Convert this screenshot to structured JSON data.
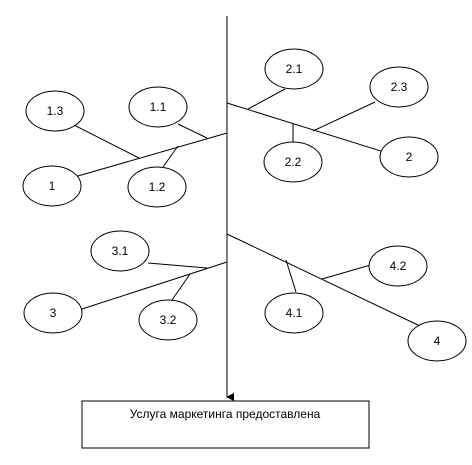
{
  "diagram": {
    "type": "cause-effect",
    "result": "Услуга маркетинга предоставлена",
    "nodes": [
      {
        "id": "1.3",
        "label": "1.3"
      },
      {
        "id": "1.1",
        "label": "1.1"
      },
      {
        "id": "1",
        "label": "1"
      },
      {
        "id": "1.2",
        "label": "1.2"
      },
      {
        "id": "2.1",
        "label": "2.1"
      },
      {
        "id": "2.3",
        "label": "2.3"
      },
      {
        "id": "2.2",
        "label": "2.2"
      },
      {
        "id": "2",
        "label": "2"
      },
      {
        "id": "3.1",
        "label": "3.1"
      },
      {
        "id": "3",
        "label": "3"
      },
      {
        "id": "3.2",
        "label": "3.2"
      },
      {
        "id": "4.2",
        "label": "4.2"
      },
      {
        "id": "4.1",
        "label": "4.1"
      },
      {
        "id": "4",
        "label": "4"
      }
    ],
    "edges": [
      {
        "from": "1",
        "to": "result"
      },
      {
        "from": "1.1",
        "to": "1"
      },
      {
        "from": "1.2",
        "to": "1"
      },
      {
        "from": "1.3",
        "to": "1"
      },
      {
        "from": "2",
        "to": "result"
      },
      {
        "from": "2.1",
        "to": "2"
      },
      {
        "from": "2.2",
        "to": "2"
      },
      {
        "from": "2.3",
        "to": "2"
      },
      {
        "from": "3",
        "to": "result"
      },
      {
        "from": "3.1",
        "to": "3"
      },
      {
        "from": "3.2",
        "to": "3"
      },
      {
        "from": "4",
        "to": "result"
      },
      {
        "from": "4.1",
        "to": "4"
      },
      {
        "from": "4.2",
        "to": "4"
      }
    ]
  }
}
